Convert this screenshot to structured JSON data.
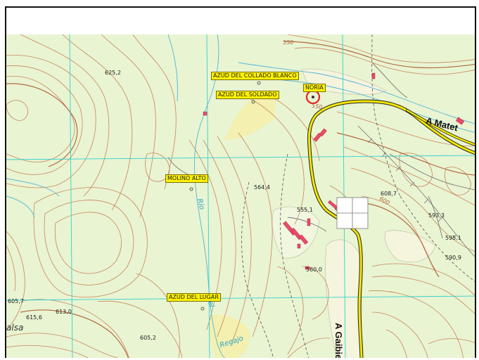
{
  "map": {
    "features": [
      {
        "id": "azud-collado-blanco",
        "label": "AZUD DEL COLLADO BLANCO"
      },
      {
        "id": "noria",
        "label": "NORIA"
      },
      {
        "id": "azud-soldado",
        "label": "AZUD DEL SOLDADO"
      },
      {
        "id": "molino-alto",
        "label": "MOLINO ALTO"
      },
      {
        "id": "azud-lugar",
        "label": "AZUD DEL LUGAR"
      }
    ],
    "roads": {
      "matet": "A Matet",
      "gaibiel": "A Gaibiel"
    },
    "rivers": {
      "rio": "Río",
      "regajo": "Regajo",
      "el": "el"
    },
    "place": "alsa",
    "contours": [
      "550",
      "550",
      "600"
    ],
    "elevations": [
      "625,2",
      "564,4",
      "555,1",
      "560,0",
      "608,7",
      "593,3",
      "595,1",
      "590,9",
      "605,7",
      "613,0",
      "615,6",
      "605,2"
    ],
    "colors": {
      "background": "#e9f4d2",
      "contour": "#c8865c",
      "grid": "#33d1cf",
      "river": "#4fb6d6",
      "road_casing": "#222222",
      "road_fill": "#f2e600",
      "label_bg": "#fff200",
      "building": "#ec4a6a",
      "vineyard": "#f3f0b0",
      "marker": "#e62020"
    }
  }
}
